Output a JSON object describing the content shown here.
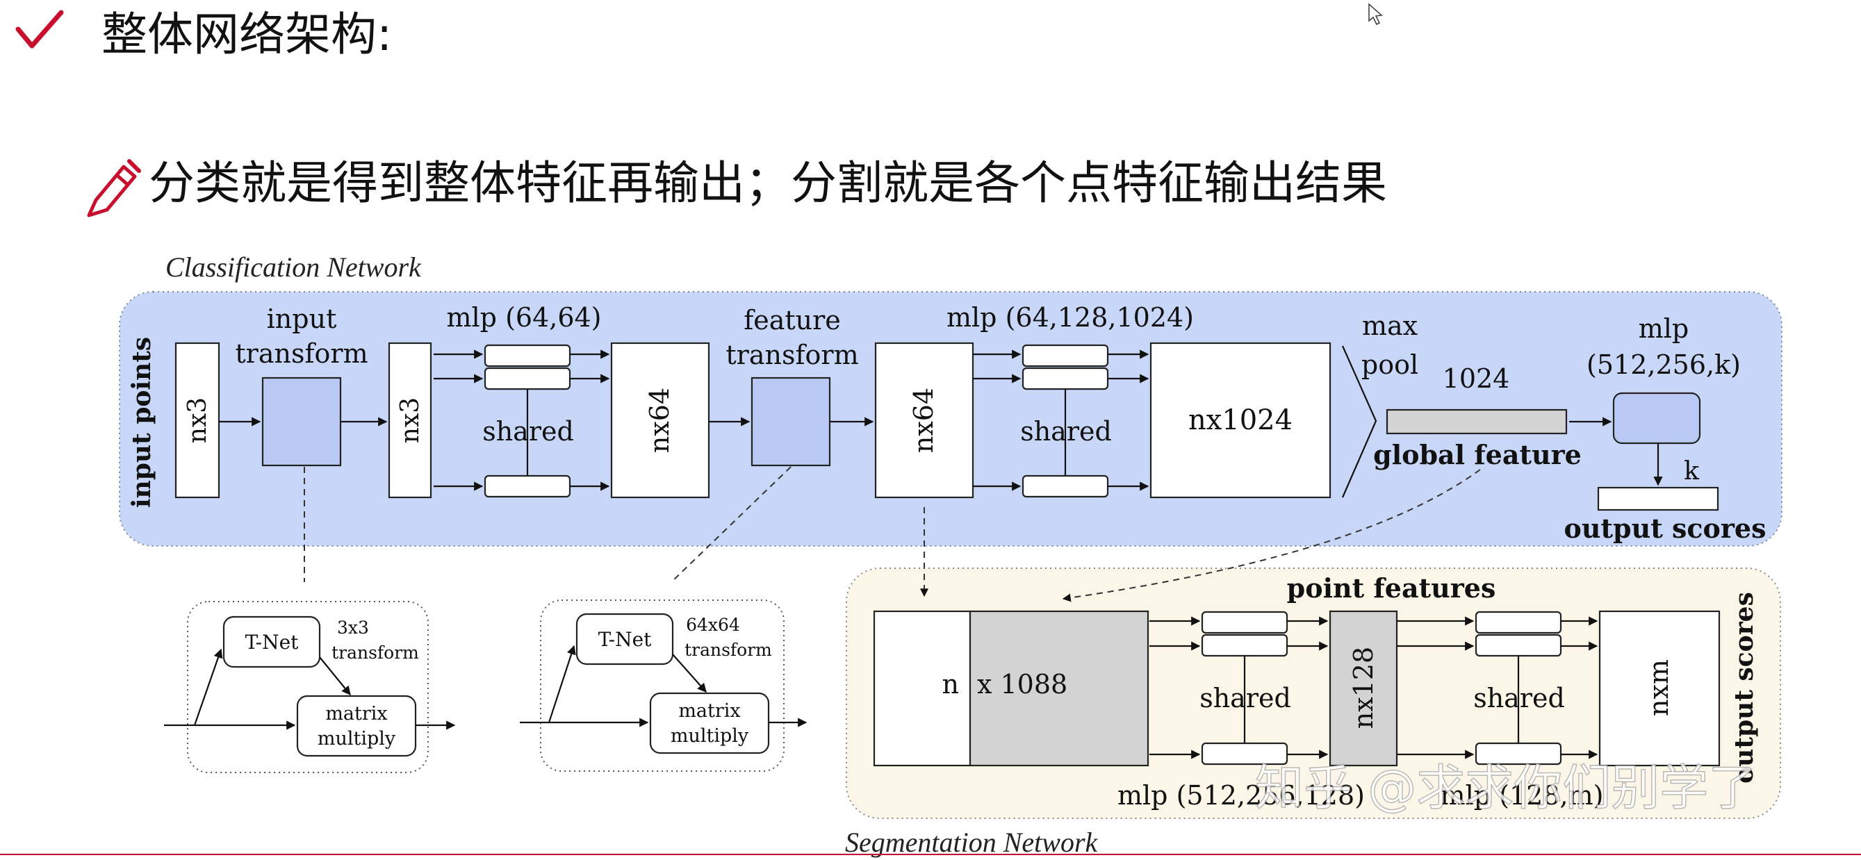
{
  "slide": {
    "heading": "整体网络架构:",
    "bullet": "分类就是得到整体特征再输出；分割就是各个点特征输出结果"
  },
  "diagram": {
    "cls_title": "Classification Network",
    "seg_title": "Segmentation Network",
    "input_points": "input points",
    "nx3": "nx3",
    "input_transform_1": "input",
    "input_transform_2": "transform",
    "mlp_64": "mlp (64,64)",
    "shared": "shared",
    "nx64": "nx64",
    "feature_transform_1": "feature",
    "feature_transform_2": "transform",
    "mlp_1024": "mlp (64,128,1024)",
    "nx1024": "nx1024",
    "max_1": "max",
    "max_2": "pool",
    "dim_1024": "1024",
    "global_feature": "global feature",
    "mlp_k_1": "mlp",
    "mlp_k_2": "(512,256,k)",
    "k": "k",
    "output_scores": "output scores",
    "tnet": "T-Net",
    "t3_1": "3x3",
    "t3_2": "transform",
    "t64_1": "64x64",
    "t64_2": "transform",
    "matrix_1": "matrix",
    "matrix_2": "multiply",
    "point_features": "point features",
    "n": "n",
    "x1088": "x 1088",
    "nx128": "nx128",
    "nxm": "nxm",
    "mlp_seg1": "mlp (512,256,128)",
    "mlp_seg2": "mlp (128,m)"
  },
  "watermark": "知乎 @求求你们别学了",
  "colors": {
    "accent_red": "#c8102e",
    "cls_bg": "#c8d6f8",
    "seg_bg": "#fbf6e8"
  },
  "icons": [
    "checkmark-icon",
    "pencil-icon",
    "mouse-cursor-icon"
  ]
}
